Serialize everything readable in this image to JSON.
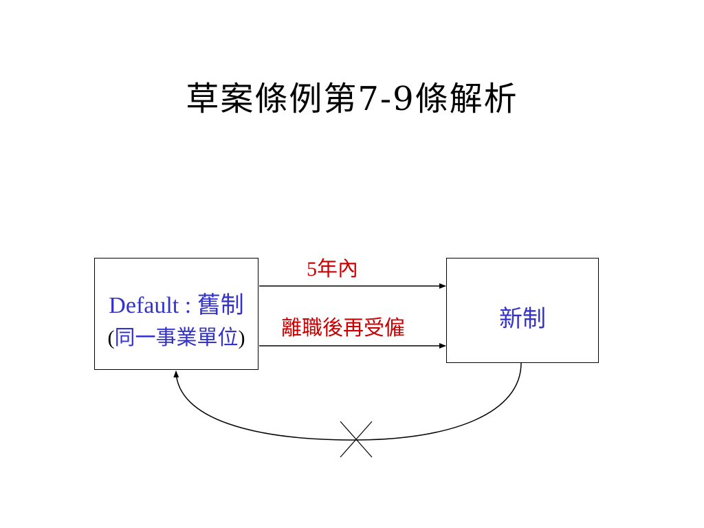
{
  "title": "草案條例第7-9條解析",
  "diagram": {
    "old_box": {
      "line1": "Default : 舊制",
      "open_paren": "(",
      "line2": "同一事業單位",
      "close_paren": ")"
    },
    "new_box": {
      "label": "新制"
    },
    "edge_top_label": "5年內",
    "edge_bottom_label": "離職後再受僱",
    "colors": {
      "box_text": "#3333cc",
      "edge_label": "#cc0000",
      "lines": "#000000"
    },
    "icons": [
      "arrow-right-icon",
      "arrow-up-icon",
      "cross-icon"
    ]
  }
}
